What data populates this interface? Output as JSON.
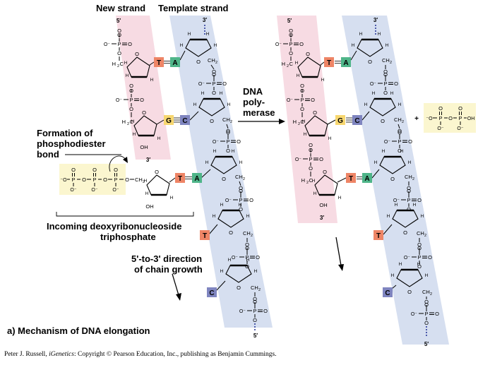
{
  "labels": {
    "new_strand": "New strand",
    "template_strand": "Template strand",
    "dna_polymerase_1": "DNA",
    "dna_polymerase_2": "poly-",
    "dna_polymerase_3": "merase",
    "formation_1": "Formation of",
    "formation_2": "phosphodiester",
    "formation_3": "bond",
    "incoming_1": "Incoming deoxyribonucleoside",
    "incoming_2": "triphosphate",
    "direction_1": "5'-to-3' direction",
    "direction_2": "of chain growth",
    "five_prime": "5′",
    "three_prime": "3′"
  },
  "bases": {
    "T": "T",
    "A": "A",
    "G": "G",
    "C": "C"
  },
  "chem": {
    "P": "P",
    "O": "O",
    "Ominus": "O⁻",
    "minusO": "⁻O",
    "OH": "OH",
    "H": "H",
    "CH2": "CH",
    "H2C": "H",
    "sub2": "2",
    "plus": "+"
  },
  "colors": {
    "new_strand_band": "#f7dbe3",
    "template_band": "#d6dff0",
    "triphosphate_box": "#fbf6cf",
    "T": "#ee8566",
    "A": "#4fb589",
    "G": "#f7d770",
    "C": "#7f85c0"
  },
  "caption": "a) Mechanism of DNA elongation",
  "credit": {
    "author": "Peter J. Russell, ",
    "title": "iGenetics",
    "rest": ": Copyright © Pearson Education, Inc., publishing as Benjamin Cummings."
  }
}
